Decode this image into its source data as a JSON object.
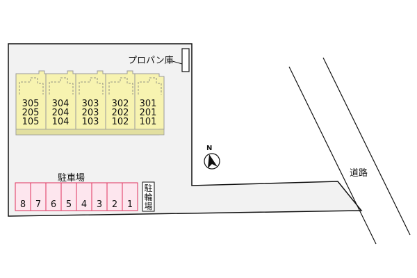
{
  "labels": {
    "propane": "プロパン庫",
    "parking": "駐車場",
    "bike_parking": [
      "駐",
      "輪",
      "場"
    ],
    "road": "道路",
    "north": "N"
  },
  "buildings": [
    {
      "units": [
        "305",
        "205",
        "105"
      ]
    },
    {
      "units": [
        "304",
        "204",
        "104"
      ]
    },
    {
      "units": [
        "303",
        "203",
        "103"
      ]
    },
    {
      "units": [
        "302",
        "202",
        "102"
      ]
    },
    {
      "units": [
        "301",
        "201",
        "101"
      ]
    }
  ],
  "parking_spaces": [
    "8",
    "7",
    "6",
    "5",
    "4",
    "3",
    "2",
    "1"
  ],
  "colors": {
    "building_fill": "#f7f3b0",
    "building_stroke": "#9a9a9a",
    "lot_fill": "#f2f2f2",
    "lot_stroke": "#111111",
    "parking_fill": "#fde6ee",
    "parking_stroke": "#e0305c"
  }
}
